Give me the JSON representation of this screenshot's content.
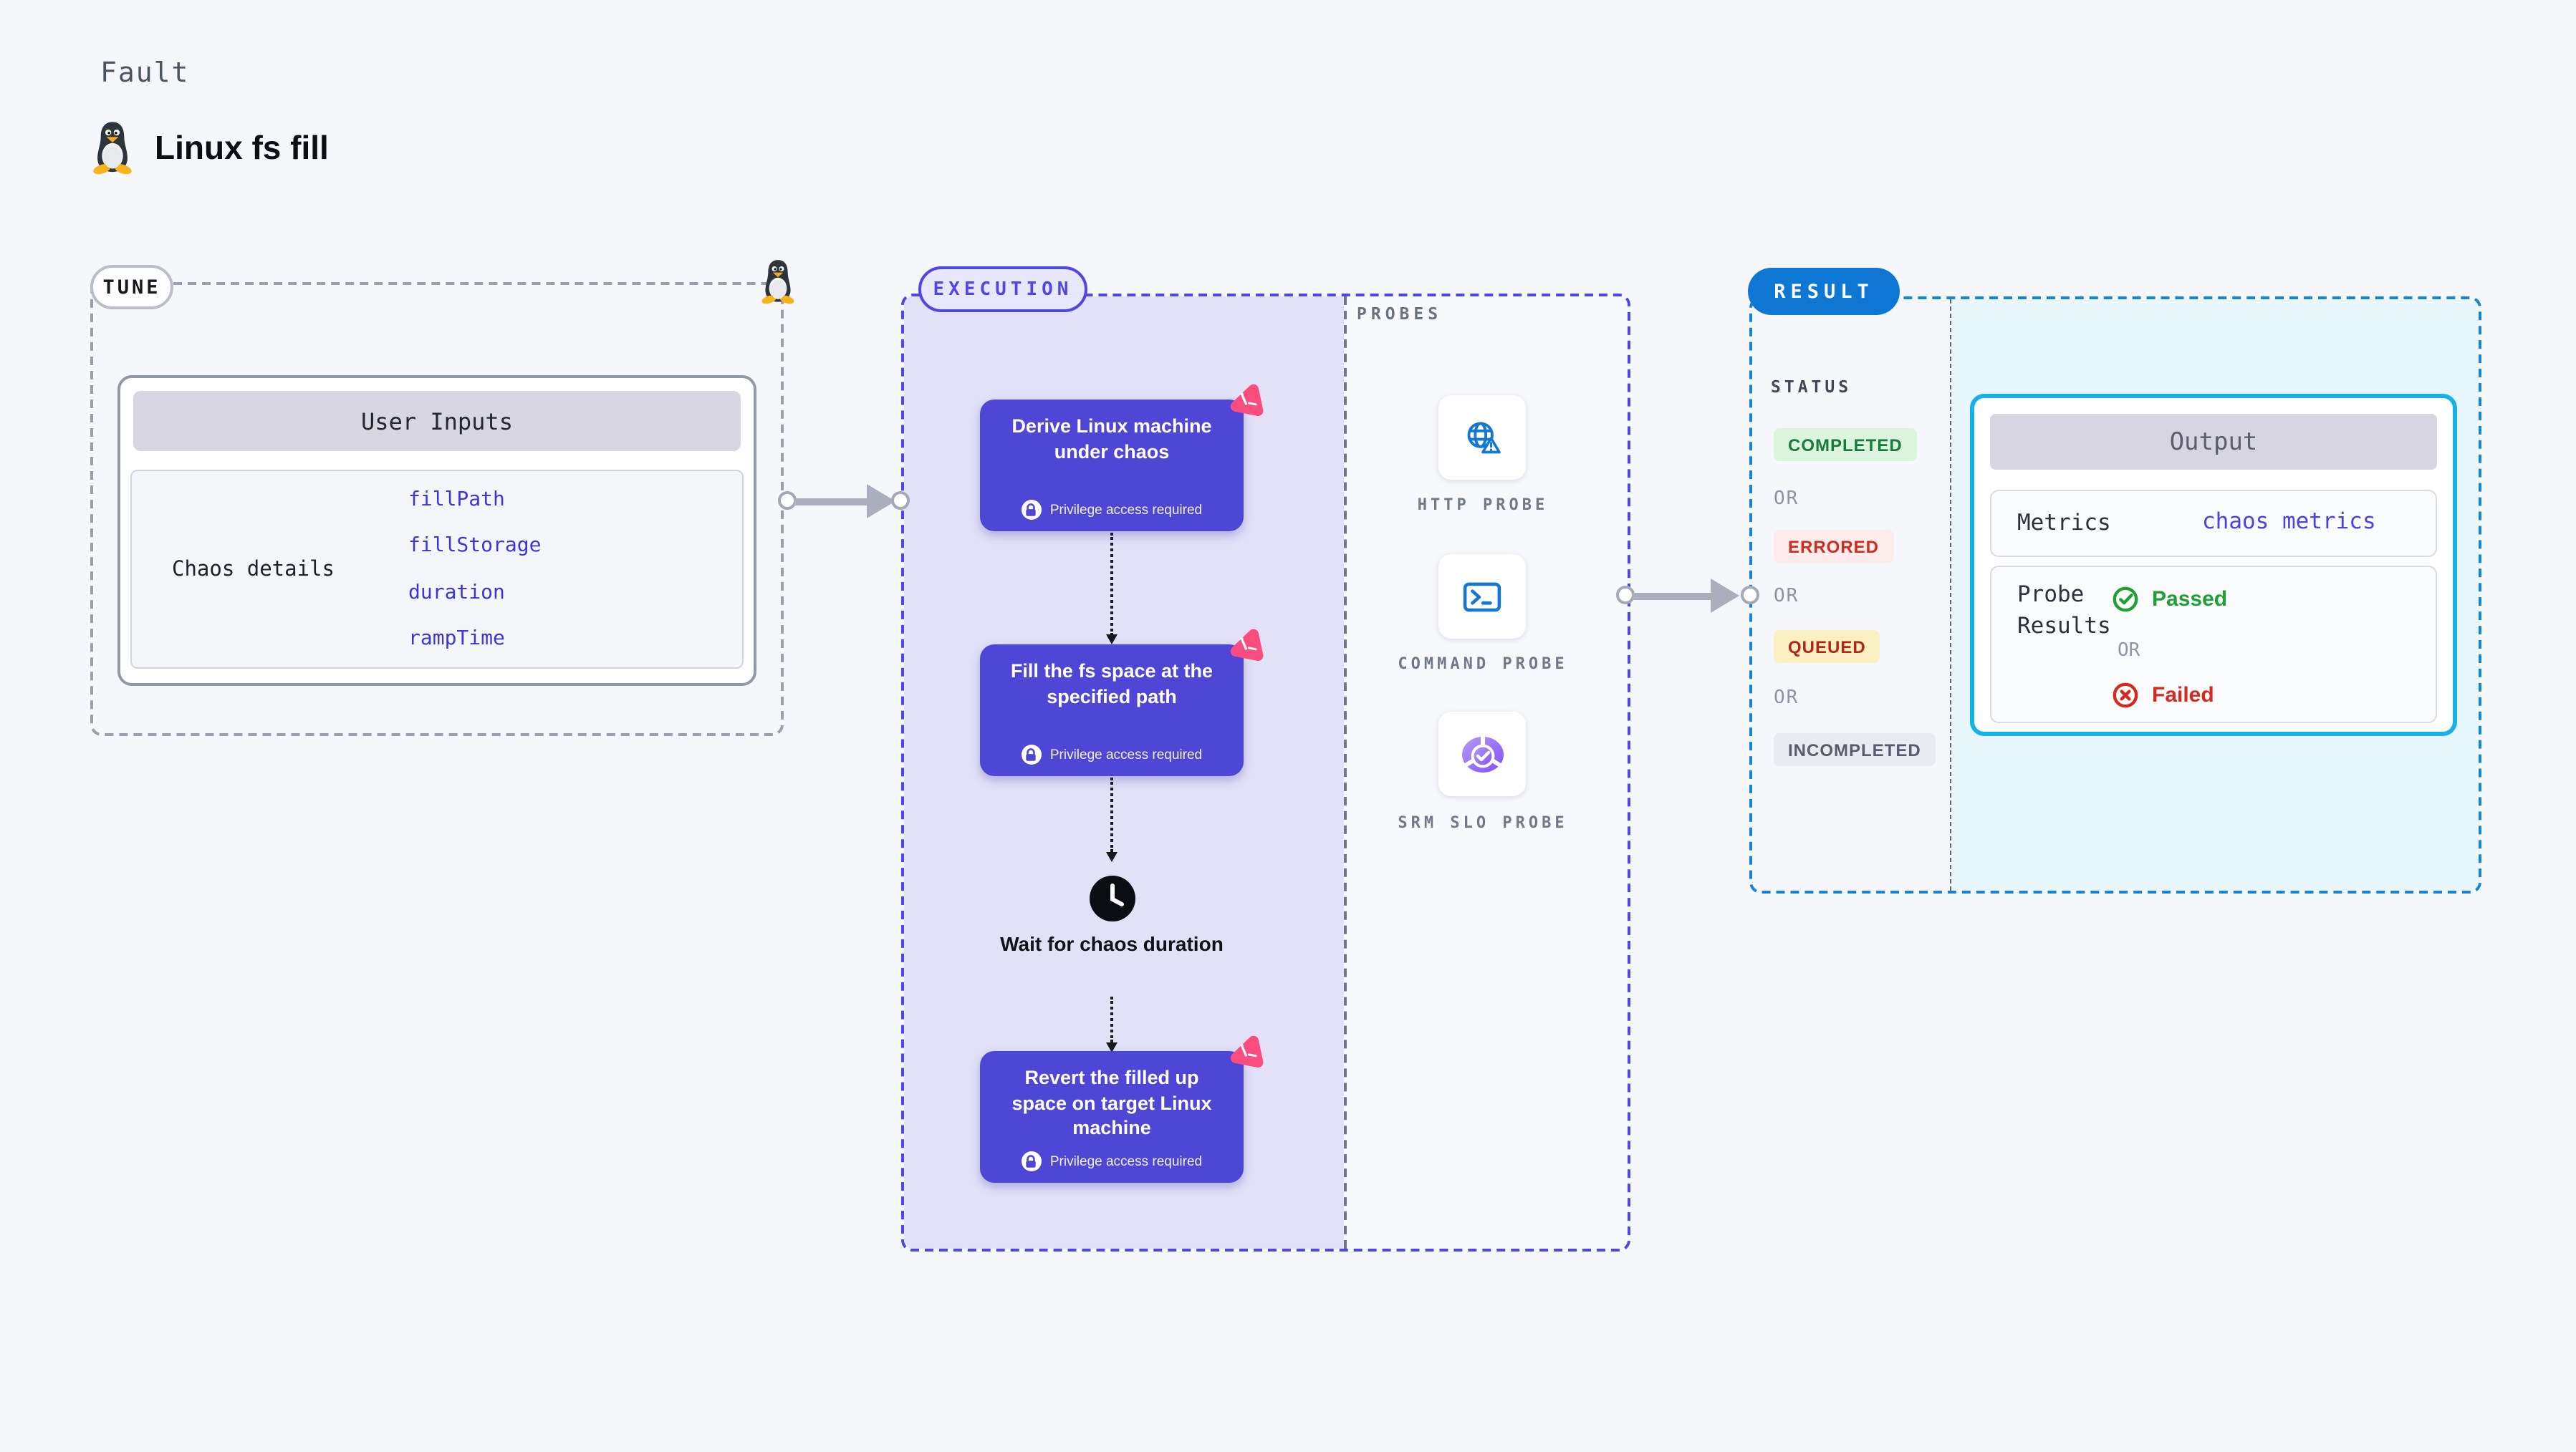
{
  "header": {
    "kicker": "Fault",
    "title": "Linux fs fill"
  },
  "tune": {
    "label": "TUNE",
    "card": {
      "header": "User Inputs",
      "row_label": "Chaos details",
      "inputs": [
        "fillPath",
        "fillStorage",
        "duration",
        "rampTime"
      ]
    }
  },
  "execution": {
    "label": "EXECUTION",
    "steps": [
      {
        "title": "Derive Linux machine under chaos",
        "badge": "Privilege access required"
      },
      {
        "title": "Fill the fs space at the specified path",
        "badge": "Privilege access required"
      },
      {
        "title": "Revert the filled up space on target Linux machine",
        "badge": "Privilege access required"
      }
    ],
    "wait_step": {
      "title": "Wait for chaos duration"
    }
  },
  "probes": {
    "label": "PROBES",
    "items": [
      {
        "name": "HTTP PROBE",
        "icon": "globe-warning-icon"
      },
      {
        "name": "COMMAND PROBE",
        "icon": "terminal-icon"
      },
      {
        "name": "SRM SLO PROBE",
        "icon": "slo-donut-icon"
      }
    ]
  },
  "result": {
    "label": "RESULT",
    "status": {
      "heading": "STATUS",
      "items": [
        {
          "label": "COMPLETED",
          "type": "completed"
        },
        {
          "label": "OR",
          "type": "or"
        },
        {
          "label": "ERRORED",
          "type": "errored"
        },
        {
          "label": "OR",
          "type": "or"
        },
        {
          "label": "QUEUED",
          "type": "queued"
        },
        {
          "label": "OR",
          "type": "or"
        },
        {
          "label": "INCOMPLETED",
          "type": "incompleted"
        }
      ]
    },
    "output": {
      "header": "Output",
      "metrics_label": "Metrics",
      "metrics_link": "chaos metrics",
      "probe_results_label": "Probe Results",
      "passed_label": "Passed",
      "or_label": "OR",
      "failed_label": "Failed"
    }
  },
  "colors": {
    "execution_accent": "#4f46e5",
    "node_purple": "#4e46d4",
    "chaos_badge_pink": "#f94d80",
    "tune_border_grey": "#9aa1ac",
    "result_accent": "#0d77d3",
    "result_border_blue": "#1583d6",
    "output_border_cyan": "#14b2e6",
    "link_indigo": "#3c35d9",
    "completed_green": "#177c3a",
    "errored_red": "#cf2c20",
    "queued_text_red": "#b3261a",
    "passed_green": "#1ea032",
    "failed_red": "#d7281d",
    "probe_icon_blue": "#1278d4"
  }
}
